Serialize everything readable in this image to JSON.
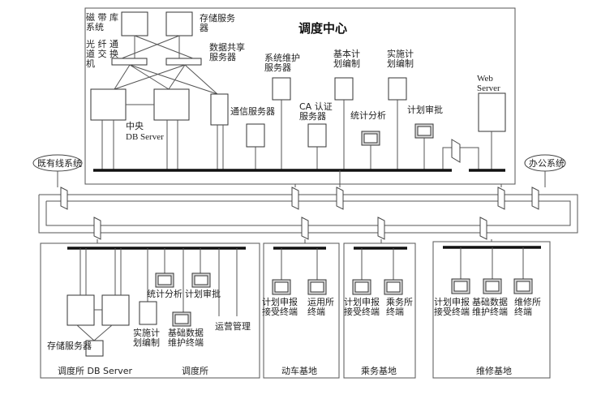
{
  "diagram": {
    "type": "network-architecture",
    "center": {
      "title": "调度中心",
      "nodes": {
        "tape_library": "磁 带 库\n系统",
        "storage_server": "存储服务\n器",
        "fc_switch": "光 纤 通\n道 交 换\n机",
        "data_share_server": "数据共享\n服务器",
        "sys_maint_server": "系统维护\n服务器",
        "basic_plan": "基本计\n划编制",
        "impl_plan": "实施计\n划编制",
        "web_server": "Web\nServer",
        "central_db": "中央\nDB Server",
        "comm_server": "通信服务器",
        "ca_server": "CA  认证\n服务器",
        "stat_analysis": "统计分析",
        "plan_approval": "计划审批"
      }
    },
    "external": {
      "legacy_system": "既有线系统",
      "office_system": "办公系统"
    },
    "stations": [
      {
        "id": "dispatch",
        "labels": {
          "stat_analysis": "统计分析",
          "plan_approval": "计划审批",
          "impl_plan": "实施计\n划编制",
          "basic_data": "基础数据\n维护终端",
          "ops_mgmt": "运营管理",
          "storage": "存储服务器",
          "db_caption": "调度所 DB Server",
          "caption": "调度所"
        }
      },
      {
        "id": "emu_base",
        "caption": "动车基地",
        "terminals": [
          "计划申报\n接受终端",
          "运用所\n终端"
        ]
      },
      {
        "id": "crew_base",
        "caption": "乘务基地",
        "terminals": [
          "计划申报\n接受终端",
          "乘务所\n终端"
        ]
      },
      {
        "id": "maint_base",
        "caption": "维修基地",
        "terminals": [
          "计划申报\n接受终端",
          "基础数据\n维护终端",
          "维修所\n终端"
        ]
      }
    ]
  }
}
